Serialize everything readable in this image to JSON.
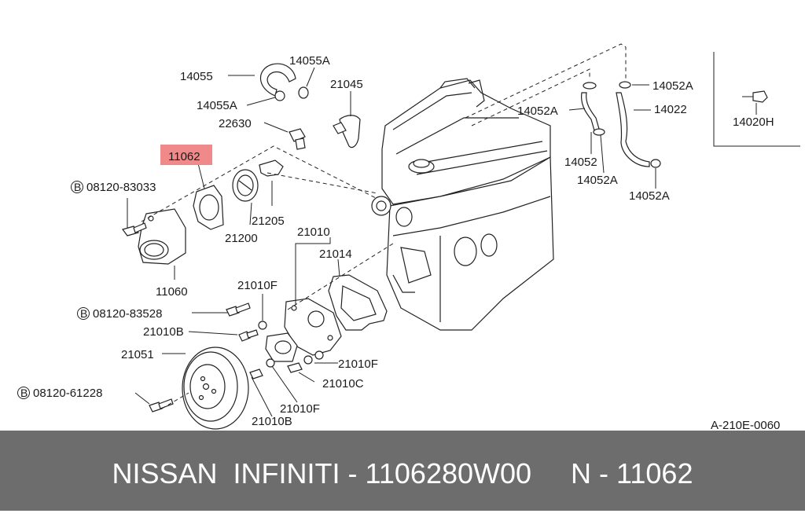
{
  "callouts": {
    "p14055": "14055",
    "p14055A_top": "14055A",
    "p14055A_left": "14055A",
    "p21045": "21045",
    "p22630": "22630",
    "p11062": "11062",
    "p08120_83033": "08120-83033",
    "p21200": "21200",
    "p21205": "21205",
    "p11060": "11060",
    "p21010": "21010",
    "p21014": "21014",
    "p21010F_a": "21010F",
    "p08120_83528": "08120-83528",
    "p21010B_a": "21010B",
    "p21051": "21051",
    "p21010F_b": "21010F",
    "p21010C": "21010C",
    "p08120_61228": "08120-61228",
    "p21010F_c": "21010F",
    "p21010B_b": "21010B",
    "p14052A_a": "14052A",
    "p14052A_b": "14052A",
    "p14022": "14022",
    "p14052": "14052",
    "p14052A_c": "14052A",
    "p14052A_d": "14052A",
    "p14020H": "14020H",
    "bolt_prefix": "B"
  },
  "diagram_code": "A-210E-0060",
  "footer": "NISSAN  INFINITI - 1106280W00     N - 11062",
  "colors": {
    "highlight": "#f08a8a",
    "footer_bg": "#6d6d6d",
    "footer_text": "#ffffff"
  }
}
